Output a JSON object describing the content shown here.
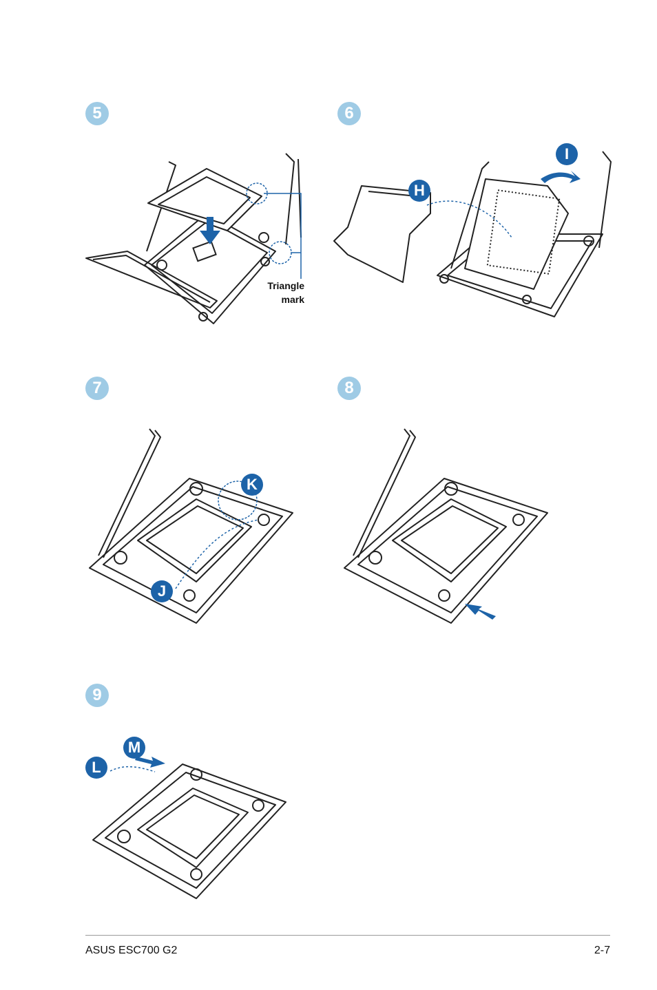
{
  "steps": [
    {
      "number": "5"
    },
    {
      "number": "6"
    },
    {
      "number": "7"
    },
    {
      "number": "8"
    },
    {
      "number": "9"
    }
  ],
  "callouts": {
    "h": "H",
    "i": "I",
    "j": "J",
    "k": "K",
    "l": "L",
    "m": "M"
  },
  "captions": {
    "triangle_line1": "Triangle",
    "triangle_line2": "mark"
  },
  "footer": {
    "product": "ASUS ESC700 G2",
    "page": "2-7"
  },
  "colors": {
    "step_badge": "#9fcbe5",
    "callout_badge": "#1d63a8",
    "arrow": "#1d63a8",
    "line_art": "#222222"
  }
}
